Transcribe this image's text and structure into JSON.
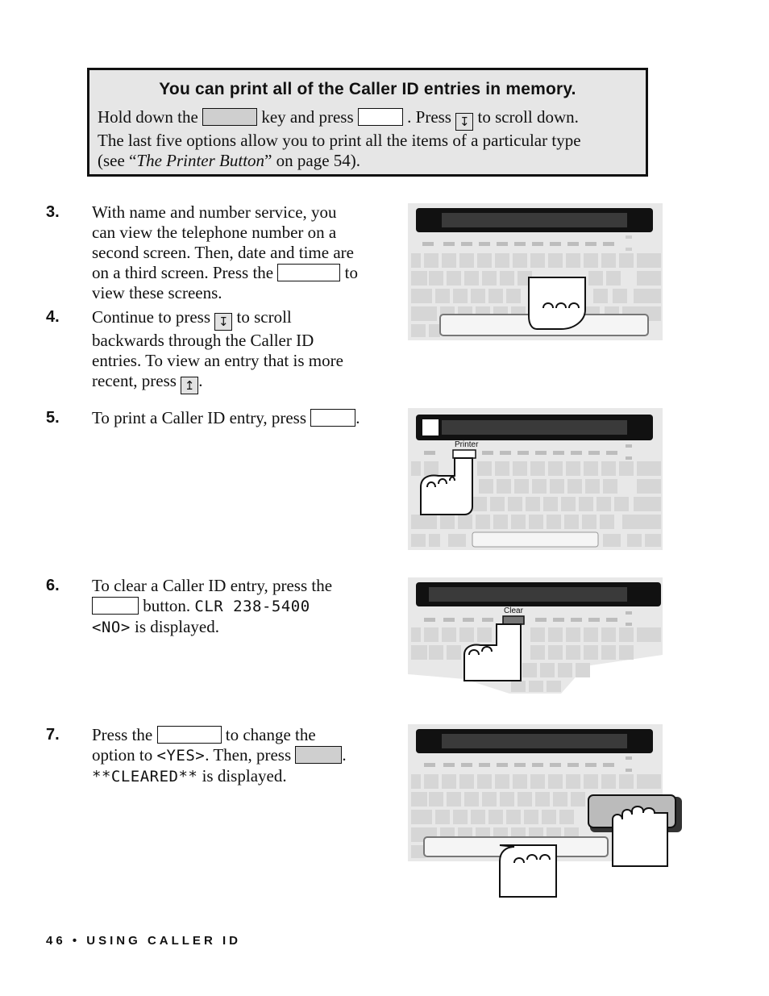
{
  "tip": {
    "title": "You can print all of the Caller ID entries in memory.",
    "line1_a": "Hold down the",
    "line1_b": "key and press",
    "line1_c": ". Press",
    "line1_d": "to scroll down.",
    "line2": "The last five options allow you to print all the items of a particular type",
    "line3_a": "(see “",
    "line3_ref": "The Printer Button",
    "line3_b": "” on page 54)."
  },
  "steps": [
    {
      "num": "3.",
      "a": "With name and number service, you",
      "b": "can view the telephone number on a",
      "c": "second screen. Then, date and time are",
      "d1": "on a third screen. Press the",
      "d2": "to",
      "e": "view these screens."
    },
    {
      "num": "4.",
      "a1": "Continue to press",
      "a2": "to scroll",
      "b": "backwards through the Caller ID",
      "c": "entries. To view an entry that is more",
      "d1": "recent, press",
      "d2": "."
    },
    {
      "num": "5.",
      "a1": "To print a Caller ID entry, press",
      "a2": "."
    },
    {
      "num": "6.",
      "a": "To clear a Caller ID entry, press the",
      "b1": "button.",
      "b2": "CLR 238-5400",
      "c1": "<NO>",
      "c2": "is displayed."
    },
    {
      "num": "7.",
      "a1": "Press the",
      "a2": "to change the",
      "b1": "option to",
      "b2": "<YES>",
      "b3": ". Then, press",
      "b4": ".",
      "c1": "**CLEARED**",
      "c2": "is displayed."
    }
  ],
  "illustrations": {
    "printer_label": "Printer",
    "clear_label": "Clear"
  },
  "footer": "46 • USING CALLER ID"
}
